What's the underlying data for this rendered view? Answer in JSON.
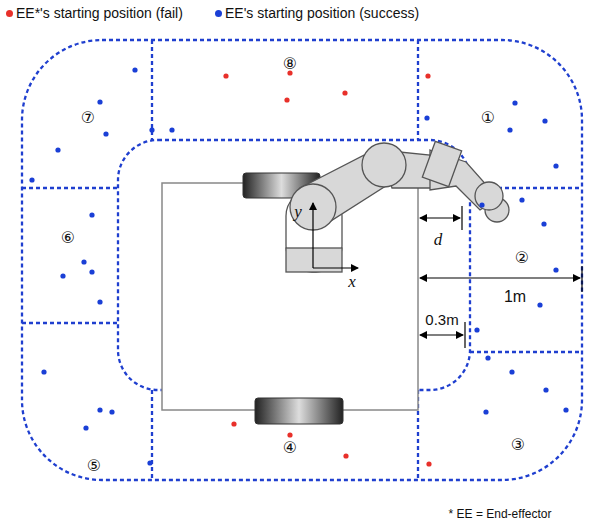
{
  "diagram": {
    "labels": [
      "①",
      "②",
      "③",
      "④",
      "⑤",
      "⑥",
      "⑦",
      "⑧",
      "d",
      "1m",
      "0.3m",
      "x",
      "y",
      "* EE = End-effector"
    ],
    "legend": [
      {
        "text": "EE*'s starting position (fail)",
        "color": "#e8302a"
      },
      {
        "text": "EE's starting position (success)",
        "color": "#1a3fd6"
      }
    ]
  }
}
